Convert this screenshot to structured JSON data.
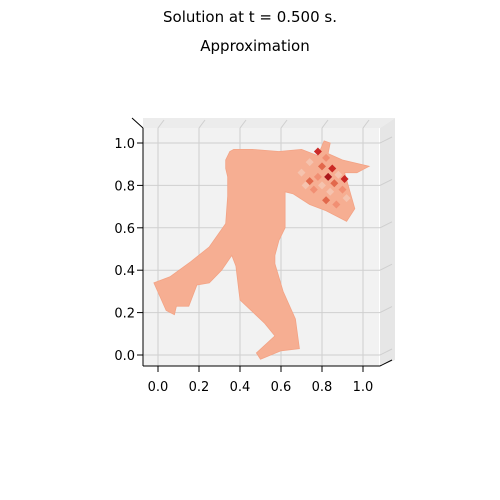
{
  "figure": {
    "suptitle": "Solution at t = 0.500 s.",
    "subtitle": "Approximation"
  },
  "chart_data": {
    "type": "heatmap",
    "title": "Approximation",
    "xlabel": "",
    "ylabel": "",
    "projection": "3d, viewed from above",
    "grid": true,
    "xlim": [
      -0.05,
      1.08
    ],
    "ylim": [
      -0.05,
      1.05
    ],
    "x_ticks": [
      "0.0",
      "0.2",
      "0.4",
      "0.6",
      "0.8",
      "1.0"
    ],
    "y_ticks": [
      "0.0",
      "0.2",
      "0.4",
      "0.6",
      "0.8",
      "1.0"
    ],
    "x_tick_values": [
      0.0,
      0.2,
      0.4,
      0.6,
      0.8,
      1.0
    ],
    "y_tick_values": [
      0.0,
      0.2,
      0.4,
      0.6,
      0.8,
      1.0
    ],
    "colormap": "Reds",
    "domain_color": "#f6ae92",
    "hot_spot": {
      "x": 0.85,
      "y": 0.83,
      "colors": [
        "#e06448",
        "#c8211f",
        "#f4c4b0",
        "#f08d72",
        "#a50f15"
      ]
    },
    "domain_outline": [
      [
        0.37,
        0.97
      ],
      [
        0.46,
        0.97
      ],
      [
        0.59,
        0.96
      ],
      [
        0.7,
        0.97
      ],
      [
        0.78,
        0.94
      ],
      [
        0.81,
        1.01
      ],
      [
        0.84,
        1.0
      ],
      [
        0.83,
        0.95
      ],
      [
        0.9,
        0.92
      ],
      [
        1.03,
        0.89
      ],
      [
        0.97,
        0.86
      ],
      [
        0.91,
        0.86
      ],
      [
        0.96,
        0.69
      ],
      [
        0.92,
        0.63
      ],
      [
        0.82,
        0.68
      ],
      [
        0.74,
        0.71
      ],
      [
        0.66,
        0.76
      ],
      [
        0.62,
        0.77
      ],
      [
        0.62,
        0.6
      ],
      [
        0.59,
        0.54
      ],
      [
        0.57,
        0.47
      ],
      [
        0.57,
        0.43
      ],
      [
        0.61,
        0.3
      ],
      [
        0.67,
        0.17
      ],
      [
        0.69,
        0.03
      ],
      [
        0.6,
        0.02
      ],
      [
        0.5,
        -0.02
      ],
      [
        0.48,
        0.01
      ],
      [
        0.57,
        0.09
      ],
      [
        0.52,
        0.15
      ],
      [
        0.4,
        0.26
      ],
      [
        0.38,
        0.42
      ],
      [
        0.36,
        0.47
      ],
      [
        0.31,
        0.4
      ],
      [
        0.25,
        0.34
      ],
      [
        0.19,
        0.33
      ],
      [
        0.15,
        0.23
      ],
      [
        0.09,
        0.23
      ],
      [
        0.08,
        0.19
      ],
      [
        0.04,
        0.21
      ],
      [
        -0.02,
        0.34
      ],
      [
        0.06,
        0.37
      ],
      [
        0.16,
        0.44
      ],
      [
        0.25,
        0.51
      ],
      [
        0.33,
        0.62
      ],
      [
        0.34,
        0.75
      ],
      [
        0.34,
        0.84
      ],
      [
        0.33,
        0.88
      ],
      [
        0.33,
        0.92
      ],
      [
        0.35,
        0.96
      ]
    ],
    "hot_spot_cells": [
      {
        "x": 0.78,
        "y": 0.96,
        "c": "#c8211f"
      },
      {
        "x": 0.82,
        "y": 0.93,
        "c": "#f08d72"
      },
      {
        "x": 0.74,
        "y": 0.91,
        "c": "#f4c4b0"
      },
      {
        "x": 0.8,
        "y": 0.89,
        "c": "#e06448"
      },
      {
        "x": 0.85,
        "y": 0.88,
        "c": "#c8211f"
      },
      {
        "x": 0.88,
        "y": 0.85,
        "c": "#f4c4b0"
      },
      {
        "x": 0.83,
        "y": 0.84,
        "c": "#a50f15"
      },
      {
        "x": 0.78,
        "y": 0.84,
        "c": "#f08d72"
      },
      {
        "x": 0.91,
        "y": 0.83,
        "c": "#c8211f"
      },
      {
        "x": 0.86,
        "y": 0.81,
        "c": "#e06448"
      },
      {
        "x": 0.8,
        "y": 0.8,
        "c": "#f4c4b0"
      },
      {
        "x": 0.74,
        "y": 0.82,
        "c": "#e06448"
      },
      {
        "x": 0.9,
        "y": 0.78,
        "c": "#f08d72"
      },
      {
        "x": 0.84,
        "y": 0.77,
        "c": "#f4c4b0"
      },
      {
        "x": 0.76,
        "y": 0.78,
        "c": "#f08d72"
      },
      {
        "x": 0.7,
        "y": 0.86,
        "c": "#f4c4b0"
      },
      {
        "x": 0.92,
        "y": 0.74,
        "c": "#f4c4b0"
      },
      {
        "x": 0.82,
        "y": 0.73,
        "c": "#e06448"
      },
      {
        "x": 0.72,
        "y": 0.8,
        "c": "#f4c4b0"
      },
      {
        "x": 0.87,
        "y": 0.71,
        "c": "#f08d72"
      }
    ]
  }
}
